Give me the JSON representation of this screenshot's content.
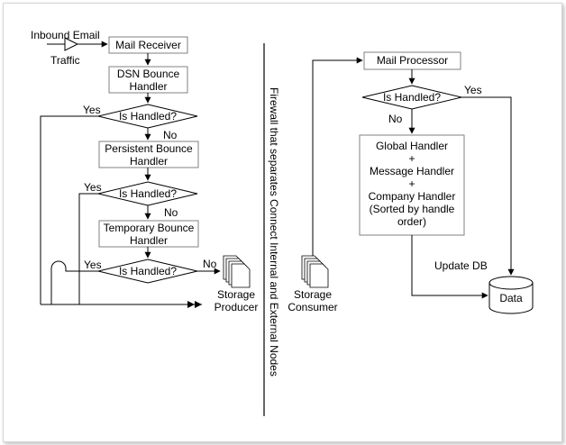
{
  "inbound": {
    "line1": "Inbound Email",
    "line2": "Traffic"
  },
  "left": {
    "mail_receiver": "Mail Receiver",
    "dsn_bounce": [
      "DSN Bounce",
      "Handler"
    ],
    "is_handled_1": "Is Handled?",
    "persistent_bounce": [
      "Persistent Bounce",
      "Handler"
    ],
    "is_handled_2": "Is Handled?",
    "temporary_bounce": [
      "Temporary Bounce",
      "Handler"
    ],
    "is_handled_3": "Is Handled?",
    "yes": "Yes",
    "no": "No"
  },
  "storage_producer": [
    "Storage",
    "Producer"
  ],
  "firewall": "Firewall that separates Connect Internal and External Nodes",
  "storage_consumer": [
    "Storage",
    "Consumer"
  ],
  "right": {
    "mail_processor": "Mail Processor",
    "is_handled": "Is Handled?",
    "yes": "Yes",
    "no": "No",
    "handlers": [
      "Global Handler",
      "+",
      "Message Handler",
      "+",
      "Company Handler",
      "(Sorted by handle",
      "order)"
    ],
    "update_db": "Update DB",
    "data": "Data"
  }
}
